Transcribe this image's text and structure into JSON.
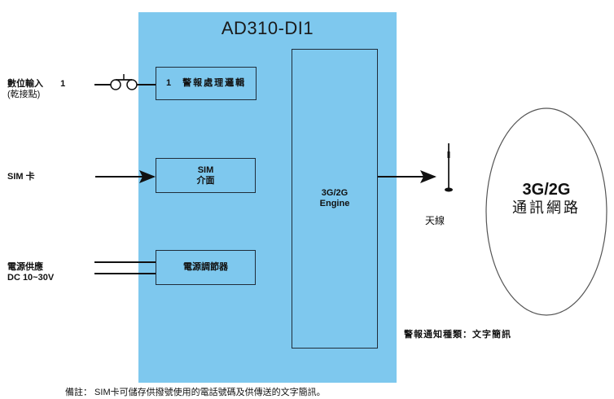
{
  "device": {
    "title": "AD310-DI1",
    "blocks": {
      "alarm_logic": {
        "number": "1",
        "label": "警報處理邏輯"
      },
      "sim_interface": {
        "line1": "SIM",
        "line2": "介面"
      },
      "power_regulator": {
        "label": "電源調節器"
      },
      "engine": {
        "line1": "3G/2G",
        "line2": "Engine"
      }
    }
  },
  "inputs": {
    "digital_input": {
      "label": "數位輸入",
      "number": "1",
      "sub": "(乾接點)"
    },
    "sim_card": {
      "label": "SIM 卡"
    },
    "power": {
      "label": "電源供應",
      "sub": "DC 10~30V"
    }
  },
  "antenna": {
    "label": "天線"
  },
  "network": {
    "line1": "3G/2G",
    "line2": "通訊網路"
  },
  "alarm_type": {
    "label": "警報通知種類：文字簡訊"
  },
  "footnote": {
    "label": "備註： SIM卡可儲存供撥號使用的電話號碼及供傳送的文字簡訊。"
  },
  "colors": {
    "device_fill": "#7ec8ee",
    "stroke": "#1f2d3a"
  }
}
